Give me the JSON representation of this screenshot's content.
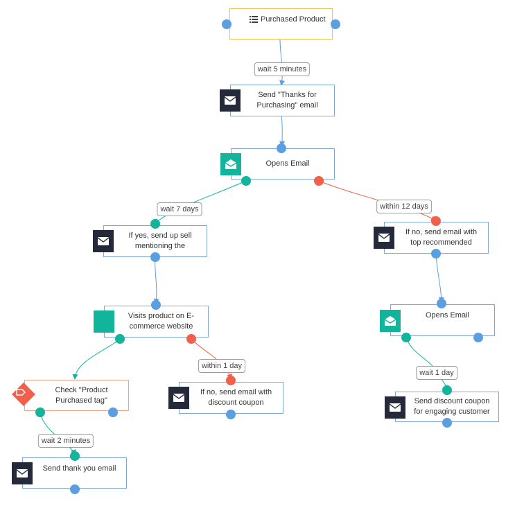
{
  "nodes": {
    "purchased": "Purchased Product",
    "thanks_email": "Send \"Thanks for Purchasing\" email",
    "opens_email_1": "Opens Email",
    "upsell": "If yes, send up sell mentioning the",
    "recommended": "If no, send email with top recommended",
    "visits_product": "Visits product on E-commerce website",
    "opens_email_2": "Opens Email",
    "check_tag": "Check \"Product Purchased tag\"",
    "discount_coupon": "If no, send email with discount coupon",
    "discount_engaging": "Send discount coupon for engaging customer",
    "thank_you": "Send thank you email"
  },
  "edge_labels": {
    "wait_5_minutes": "wait 5 minutes",
    "wait_7_days": "wait 7 days",
    "within_12_days": "within 12 days",
    "within_1_day": "within 1 day",
    "wait_1_day": "wait 1 day",
    "wait_2_minutes": "wait 2 minutes"
  },
  "icons": {
    "trigger": "list-icon",
    "email": "envelope-icon",
    "opens_email": "open-envelope-icon",
    "visits": "web-icon",
    "tag": "tag-icon"
  },
  "colors": {
    "yes_branch": "#12b49b",
    "no_branch": "#f0604a",
    "default_connector": "#5b9fe0",
    "trigger_border": "#f3c04d",
    "action_border": "#7fa7d6",
    "icon_dark": "#252a3a"
  }
}
